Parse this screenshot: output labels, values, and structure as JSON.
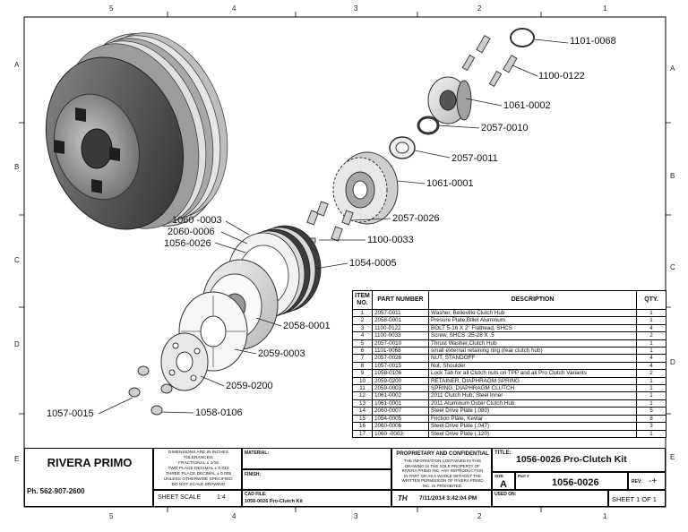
{
  "zones": {
    "top": [
      "5",
      "4",
      "3",
      "2",
      "1"
    ],
    "bottom": [
      "5",
      "4",
      "3",
      "2",
      "1"
    ],
    "left": [
      "A",
      "B",
      "C",
      "D",
      "E"
    ],
    "right": [
      "A",
      "B",
      "C",
      "D",
      "E"
    ]
  },
  "callouts": [
    {
      "id": "c-1101-0068",
      "text": "1101-0068"
    },
    {
      "id": "c-1100-0122",
      "text": "1100-0122"
    },
    {
      "id": "c-1061-0002",
      "text": "1061-0002"
    },
    {
      "id": "c-2057-0010",
      "text": "2057-0010"
    },
    {
      "id": "c-2057-0011",
      "text": "2057-0011"
    },
    {
      "id": "c-1061-0001",
      "text": "1061-0001"
    },
    {
      "id": "c-2057-0026",
      "text": "2057-0026"
    },
    {
      "id": "c-1100-0033",
      "text": "1100-0033"
    },
    {
      "id": "c-1054-0005",
      "text": "1054-0005"
    },
    {
      "id": "c-1060-0003",
      "text": "1060 -0003"
    },
    {
      "id": "c-2060-0006",
      "text": "2060-0006"
    },
    {
      "id": "c-1056-0026",
      "text": "1056-0026"
    },
    {
      "id": "c-2058-0001",
      "text": "2058-0001"
    },
    {
      "id": "c-2059-0003",
      "text": "2059-0003"
    },
    {
      "id": "c-2059-0200",
      "text": "2059-0200"
    },
    {
      "id": "c-1057-0015",
      "text": "1057-0015"
    },
    {
      "id": "c-1058-0106",
      "text": "1058-0106"
    }
  ],
  "bom": {
    "headers": {
      "item": "ITEM NO.",
      "part": "PART NUMBER",
      "desc": "DESCRIPTION",
      "qty": "QTY."
    },
    "rows": [
      {
        "item": "1",
        "part": "2057-0011",
        "desc": "Washer, Belleville Clutch Hub",
        "qty": "1"
      },
      {
        "item": "2",
        "part": "2058-0001",
        "desc": "Presure Plate,Billet Aluminum",
        "qty": "1"
      },
      {
        "item": "3",
        "part": "1100-0122",
        "desc": "BOLT 5-16 X 2\" Flathead, SHCS",
        "qty": "4"
      },
      {
        "item": "4",
        "part": "1100-0033",
        "desc": "Screw, SHCS .25-28 X .5",
        "qty": "2"
      },
      {
        "item": "5",
        "part": "2057-0010",
        "desc": "Thrust Washer,Clutch Hub",
        "qty": "1"
      },
      {
        "item": "6",
        "part": "1101-0068",
        "desc": "small external retaining ring (rear clutch hub)",
        "qty": "1"
      },
      {
        "item": "7",
        "part": "2057-0026",
        "desc": "NUT, STANDOFF",
        "qty": "4"
      },
      {
        "item": "8",
        "part": "1057-0015",
        "desc": "Nut, Shoulder",
        "qty": "4"
      },
      {
        "item": "9",
        "part": "1058-0106",
        "desc": "Lock Tab for all Clutch nuts on TPP and all Pro Clutch Variants",
        "qty": "2"
      },
      {
        "item": "10",
        "part": "2059-0200",
        "desc": "RETAINER, DIAPHRAGM SPRING",
        "qty": "1"
      },
      {
        "item": "11",
        "part": "2059-0003",
        "desc": "SPRING, DIAPHRAGM CLUTCH",
        "qty": "1"
      },
      {
        "item": "12",
        "part": "1061-0002",
        "desc": "2011 Clutch Hub, Steel Inner",
        "qty": "1"
      },
      {
        "item": "13",
        "part": "1061-0001",
        "desc": "2011 Aluminum Outer Clutch Hub",
        "qty": "1"
      },
      {
        "item": "14",
        "part": "2060-0007",
        "desc": "Steel Drive Plate (.080)",
        "qty": "5"
      },
      {
        "item": "15",
        "part": "1054-0005",
        "desc": "Friction Plate, Kevlar",
        "qty": "8"
      },
      {
        "item": "16",
        "part": "2060-0006",
        "desc": "Steel Drive Plate (.047)",
        "qty": "3"
      },
      {
        "item": "17",
        "part": "1060 -0003",
        "desc": "Steel Drive Plate (.120)",
        "qty": "1"
      }
    ]
  },
  "title_block": {
    "company": "RIVERA PRIMO",
    "phone": "Ph. 562-907-2600",
    "dims_lines": [
      "DIMENSIONS ARE IN INCHES",
      "TOLERANCES:",
      "FRACTIONAL ± 1/16",
      "TWO PLACE DECIMAL   ± 0.010",
      "THREE PLACE DECIMAL  ± 0.005",
      "UNLESS OTHERWISE SPECIFIED:",
      "DO NOT SCALE DRAWING"
    ],
    "material_label": "MATERIAL:",
    "finish_label": "FINISH:",
    "sheet_scale_label": "SHEET SCALE",
    "sheet_scale": "1:4",
    "cad_file_label": "CAD FILE:",
    "cad_file": "1056-0026 Pro-Clutch Kit",
    "proprietary_title": "PROPRIETARY AND CONFIDENTIAL",
    "proprietary_lines": [
      "THE INFORMATION CONTAINED IN THIS",
      "DRAWING IS THE SOLE PROPERTY OF",
      "RIVERA PRIMO INC. ANY REPRODUCTION",
      "IN PART OR AS A WHOLE WITHOUT THE",
      "WRITTEN PERMISSION OF RIVERA PRIMO",
      "INC. IS PROHIBITED."
    ],
    "initials": "TH",
    "datetime": "7/11/2014 3:42:04 PM",
    "title_label": "TITLE:",
    "title": "1056-0026 Pro-Clutch Kit",
    "size_label": "SIZE",
    "size": "A",
    "part_label": "Part #",
    "part_number": "1056-0026",
    "rev_label": "REV:",
    "rev": "-+",
    "used_on_label": "USED ON:",
    "sheet": "SHEET 1 OF 1"
  }
}
